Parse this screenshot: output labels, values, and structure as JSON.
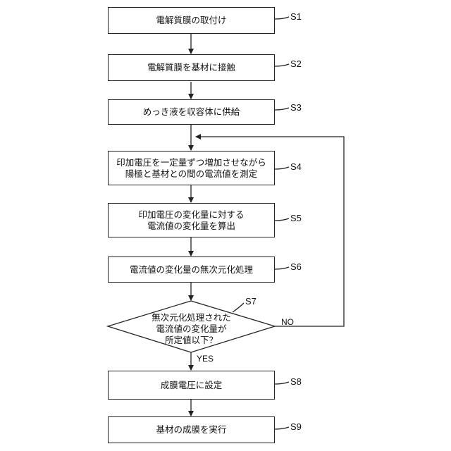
{
  "steps": [
    {
      "id": "S1",
      "text": "電解質膜の取付け"
    },
    {
      "id": "S2",
      "text": "電解質膜を基材に接触"
    },
    {
      "id": "S3",
      "text": "めっき液を収容体に供給"
    },
    {
      "id": "S4",
      "text": "印加電圧を一定量ずつ増加させながら\n陽極と基材との間の電流値を測定"
    },
    {
      "id": "S5",
      "text": "印加電圧の変化量に対する\n電流値の変化量を算出"
    },
    {
      "id": "S6",
      "text": "電流値の変化量の無次元化処理"
    },
    {
      "id": "S8",
      "text": "成膜電圧に設定"
    },
    {
      "id": "S9",
      "text": "基材の成膜を実行"
    }
  ],
  "decision": {
    "id": "S7",
    "text": "無次元化処理された\n電流値の変化量が\n所定値以下？",
    "yes_label": "YES",
    "no_label": "NO"
  }
}
